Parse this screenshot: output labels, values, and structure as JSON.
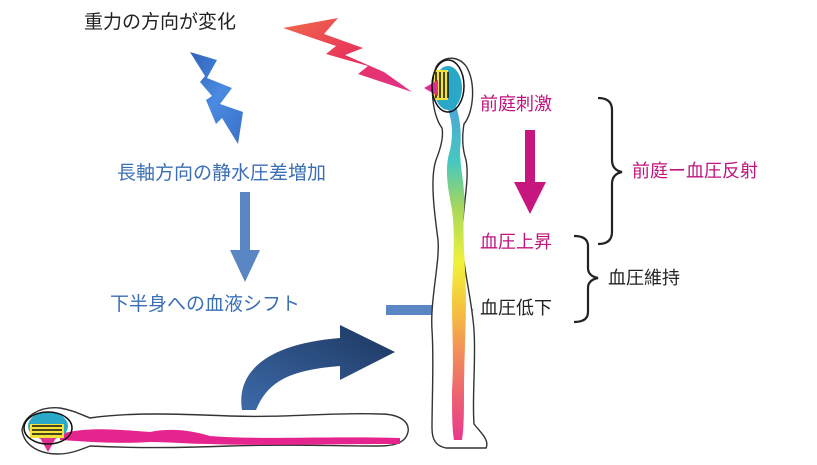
{
  "labels": {
    "gravity_change": "重力の方向が変化",
    "hydrostatic": "長軸方向の静水圧差増加",
    "blood_shift": "下半身への血液シフト",
    "vestibular_stim": "前庭刺激",
    "bp_rise": "血圧上昇",
    "bp_drop": "血圧低下",
    "reflex": "前庭ー血圧反射",
    "bp_maintain": "血圧維持"
  },
  "colors": {
    "text_dark": "#222222",
    "text_blue": "#3b6fb4",
    "text_magenta": "#c0137e",
    "arrow_blue": "#5a86c4",
    "arrow_dark_blue": "#1f3e6e",
    "arrow_magenta": "#c8167f",
    "bolt_blue": "#3f77c9",
    "bolt_red": "#e8365a",
    "bolt_pink": "#e63fa0"
  }
}
